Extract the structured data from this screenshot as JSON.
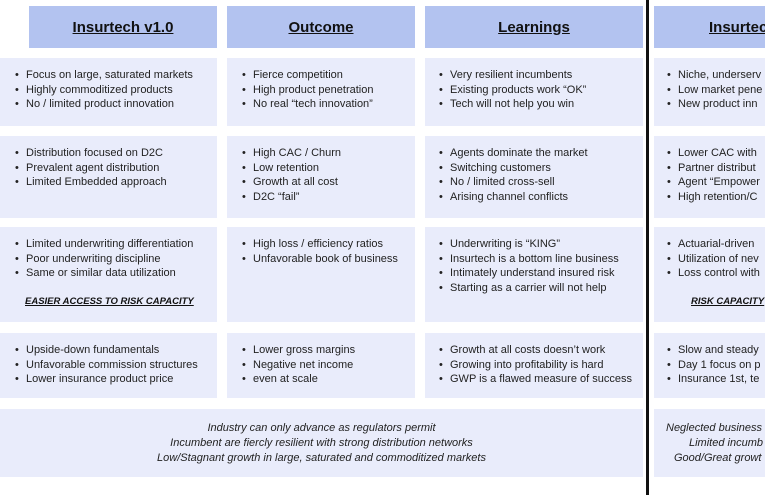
{
  "headers": [
    "Insurtech v1.0",
    "Outcome",
    "Learnings",
    "Insurtec"
  ],
  "rows": [
    [
      [
        "Focus on large, saturated markets",
        "Highly commoditized products",
        "No / limited product innovation"
      ],
      [
        "Fierce competition",
        "High product penetration",
        "No real “tech innovation”"
      ],
      [
        "Very resilient incumbents",
        "Existing products work “OK”",
        "Tech will not help you win"
      ],
      [
        "Niche, underserv",
        "Low market pene",
        "New product inn"
      ]
    ],
    [
      [
        "Distribution focused on D2C",
        "Prevalent agent distribution",
        "Limited Embedded approach"
      ],
      [
        "High CAC / Churn",
        "Low retention",
        "Growth at all cost",
        "D2C “fail”"
      ],
      [
        "Agents dominate the market",
        "Switching customers",
        "No / limited cross-sell",
        "Arising channel conflicts"
      ],
      [
        "Lower CAC with",
        "Partner distribut",
        "Agent “Empower",
        "High retention/C"
      ]
    ],
    [
      [
        "Limited underwriting differentiation",
        "Poor underwriting discipline",
        "Same or similar data utilization"
      ],
      [
        "High loss / efficiency ratios",
        "Unfavorable book of business"
      ],
      [
        "Underwriting is “KING”",
        "Insurtech is a bottom line business",
        "Intimately understand insured risk",
        "Starting as a carrier will not help"
      ],
      [
        "Actuarial-driven",
        "Utilization of nev",
        "Loss control with"
      ]
    ],
    [
      [
        "Upside-down fundamentals",
        "Unfavorable commission structures",
        "Lower insurance product price"
      ],
      [
        "Lower gross margins",
        "Negative net income"
      ],
      [
        "Growth at all costs doesn’t work",
        "Growing into profitability is hard",
        "GWP is a flawed measure of success"
      ],
      [
        "Slow and steady",
        "Day 1 focus on p",
        "Insurance 1st, te"
      ]
    ]
  ],
  "row4_cont": "even at scale",
  "risk_left": "EASIER ACCESS TO RISK CAPACITY",
  "risk_right": "RISK CAPACITY",
  "footer_left": [
    "Industry can only advance as regulators permit",
    "Incumbent are fiercly resilient with strong distribution networks",
    "Low/Stagnant growth in large, saturated and commoditized markets"
  ],
  "footer_right": [
    "Neglected business",
    "Limited incumb",
    "Good/Great growt"
  ]
}
